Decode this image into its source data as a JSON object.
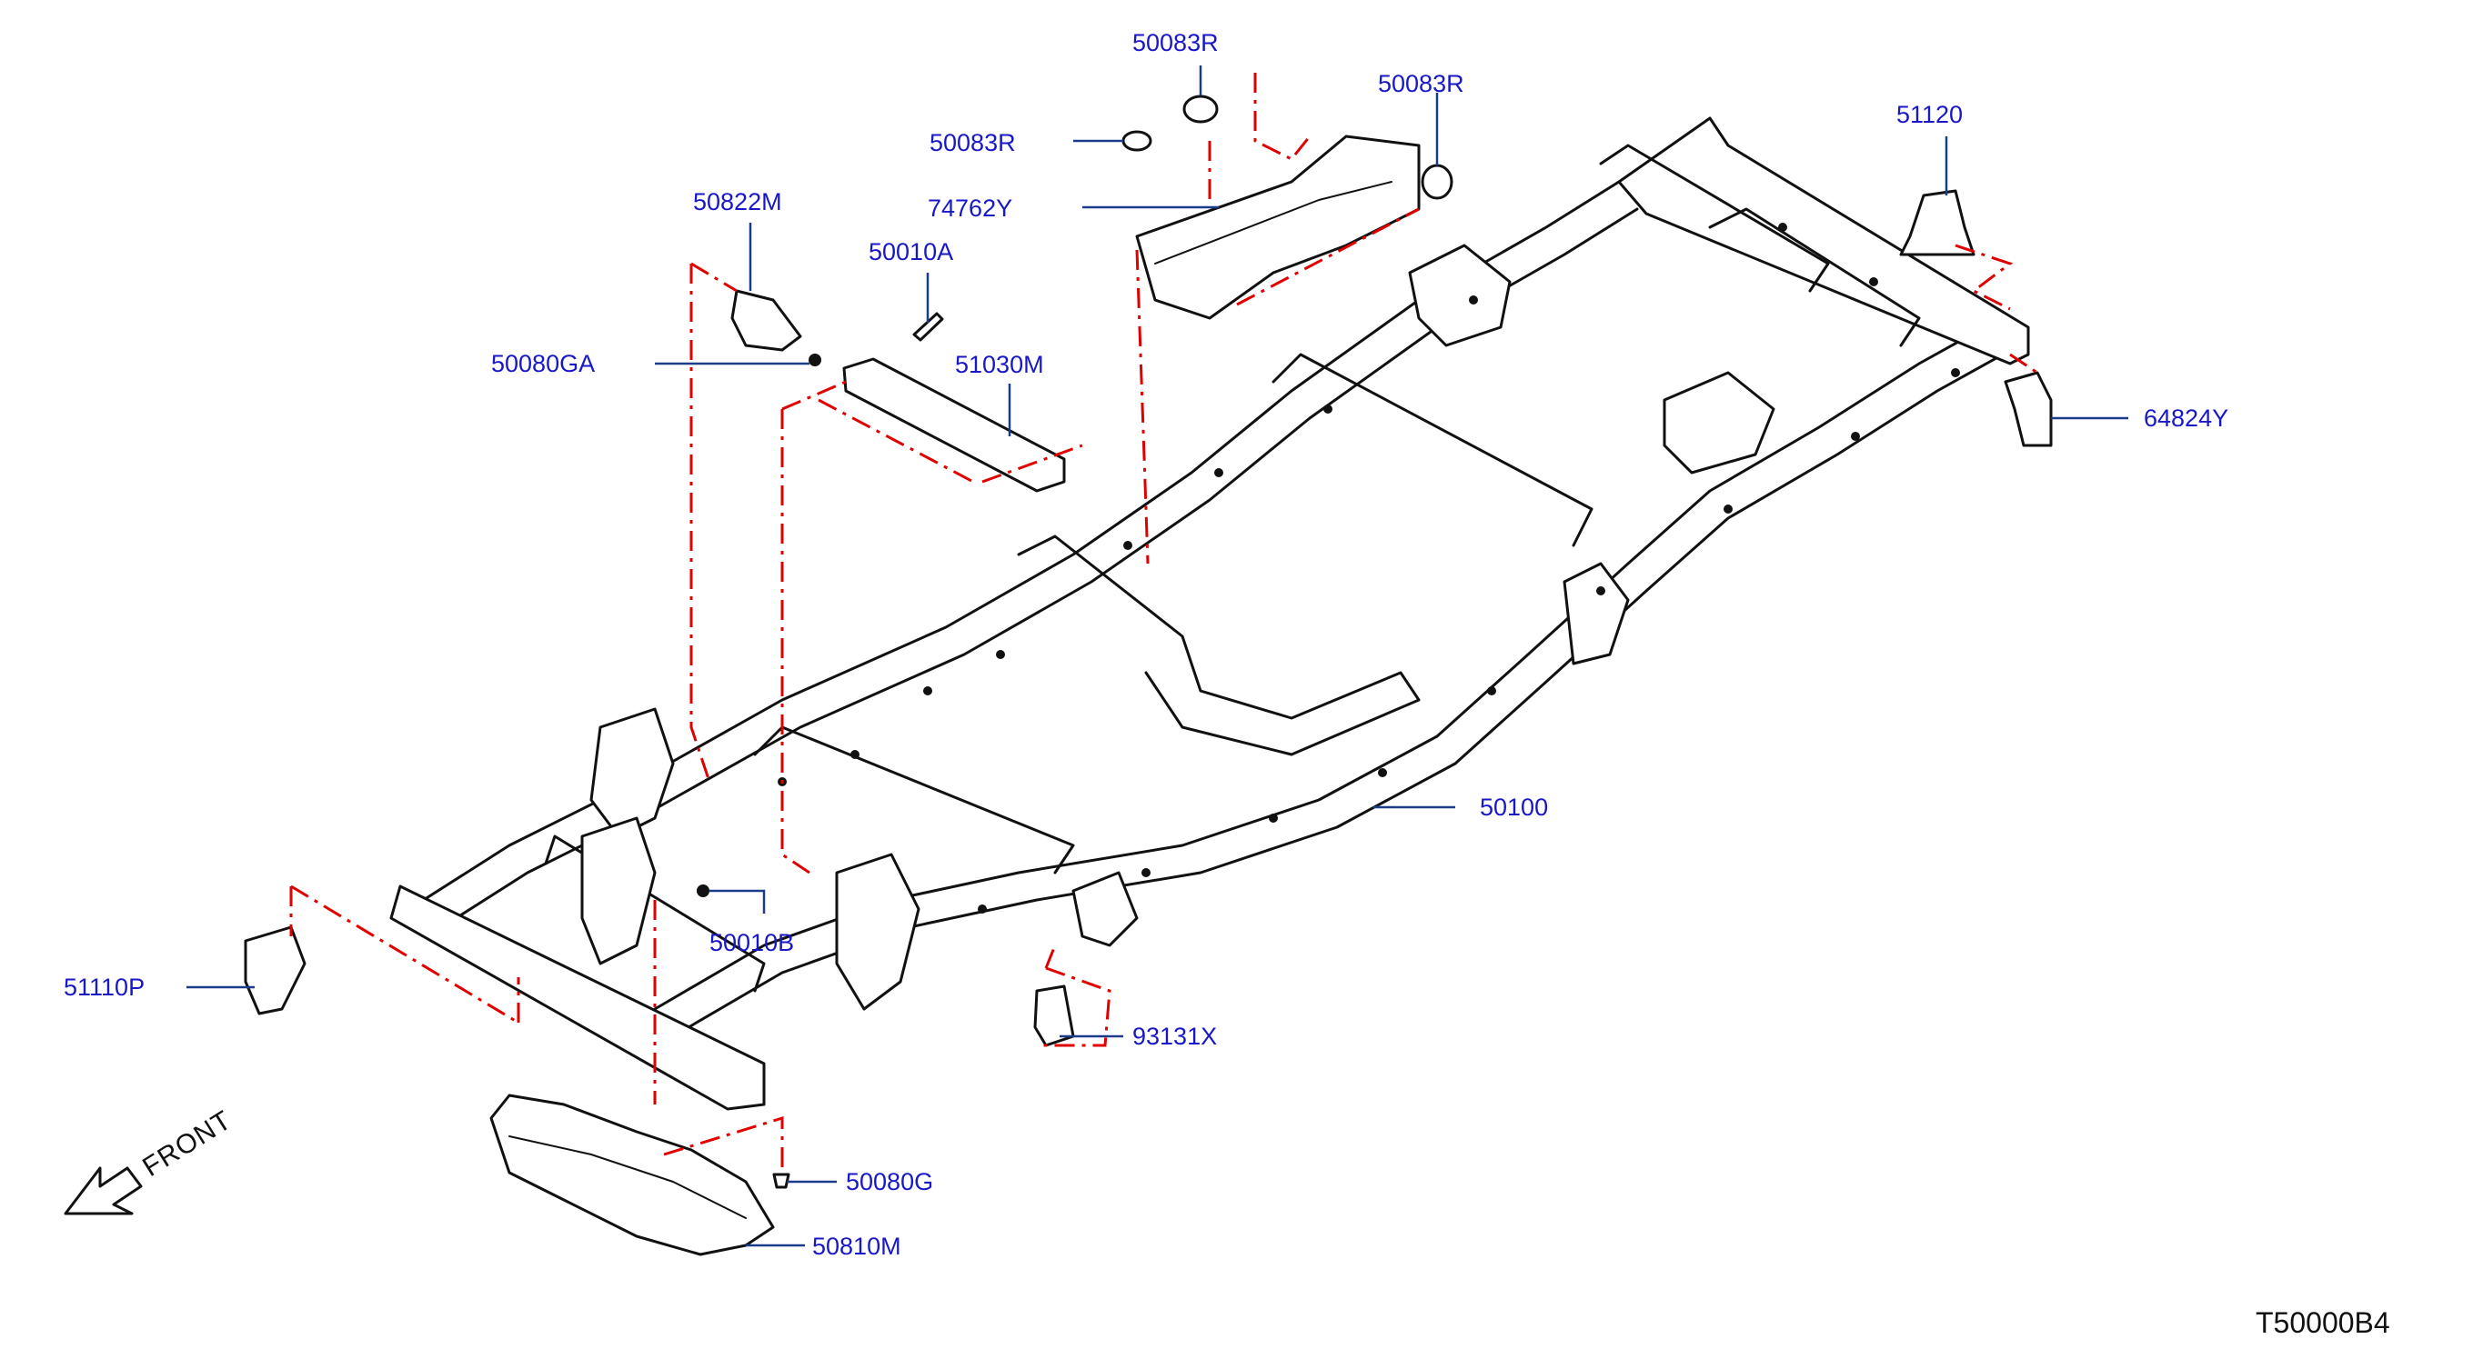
{
  "reference_code": "T50000B4",
  "front_indicator": "FRONT",
  "callouts": {
    "p50083R_top": "50083R",
    "p50083R_left": "50083R",
    "p50083R_right": "50083R",
    "p74762Y": "74762Y",
    "p50822M": "50822M",
    "p50010A": "50010A",
    "p50080GA": "50080GA",
    "p51030M": "51030M",
    "p51120": "51120",
    "p64824Y": "64824Y",
    "p50100": "50100",
    "p50010B": "50010B",
    "p51110P": "51110P",
    "p93131X": "93131X",
    "p50080G": "50080G",
    "p50810M": "50810M"
  },
  "colors": {
    "callout_text": "#1818c8",
    "leader_line": "#1a3a8a",
    "phantom_line": "#e00000",
    "linework": "#111111"
  }
}
